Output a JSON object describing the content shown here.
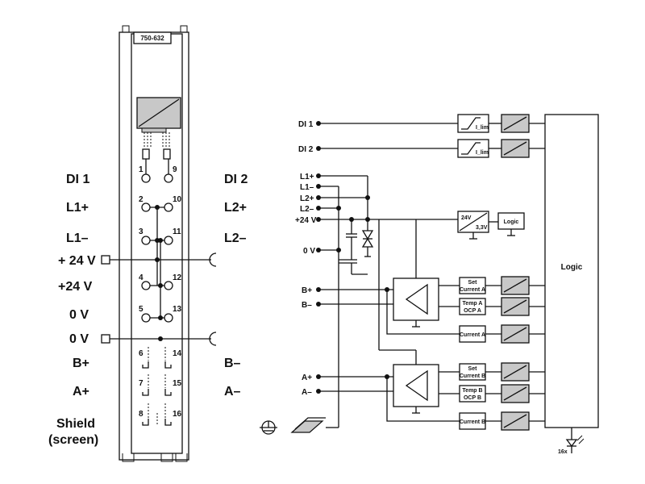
{
  "module": {
    "part_number": "750-632"
  },
  "left_labels": {
    "di1": "DI 1",
    "di2": "DI 2",
    "l1p": "L1+",
    "l2p": "L2+",
    "l1m": "L1–",
    "l2m": "L2–",
    "p24a": "+ 24 V",
    "p24b": "+24 V",
    "v0a": "0 V",
    "v0b": "0 V",
    "bp": "B+",
    "bm": "B–",
    "ap": "A+",
    "am": "A–",
    "shield": "Shield",
    "screen": "(screen)"
  },
  "terminal_numbers": [
    "1",
    "9",
    "2",
    "10",
    "3",
    "11",
    "4",
    "12",
    "5",
    "13",
    "6",
    "14",
    "7",
    "15",
    "8",
    "16"
  ],
  "right_inputs": {
    "di1": "DI 1",
    "di2": "DI 2",
    "l1p": "L1+",
    "l1m": "L1–",
    "l2p": "L2+",
    "l2m": "L2–",
    "p24": "+24 V",
    "v0": "0 V",
    "bp": "B+",
    "bm": "B–",
    "ap": "A+",
    "am": "A–"
  },
  "blocks": {
    "ilim": "I_lim",
    "dcdc_in": "24V",
    "dcdc_out": "3,3V",
    "logic_small": "Logic",
    "logic_main": "Logic",
    "set_a_1": "Set",
    "set_a_2": "Current A",
    "temp_a_1": "Temp A",
    "temp_a_2": "OCP A",
    "cur_a": "Current A",
    "set_b_1": "Set",
    "set_b_2": "Current B",
    "temp_b_1": "Temp B",
    "temp_b_2": "OCP B",
    "cur_b": "Current B",
    "led_count": "16x"
  },
  "colors": {
    "line": "#111111",
    "module_fill": "#c8c8c8",
    "background": "#ffffff"
  },
  "icons": [
    "ground-icon",
    "din-rail-icon",
    "led-icon",
    "optocoupler-icon",
    "amplifier-icon"
  ]
}
